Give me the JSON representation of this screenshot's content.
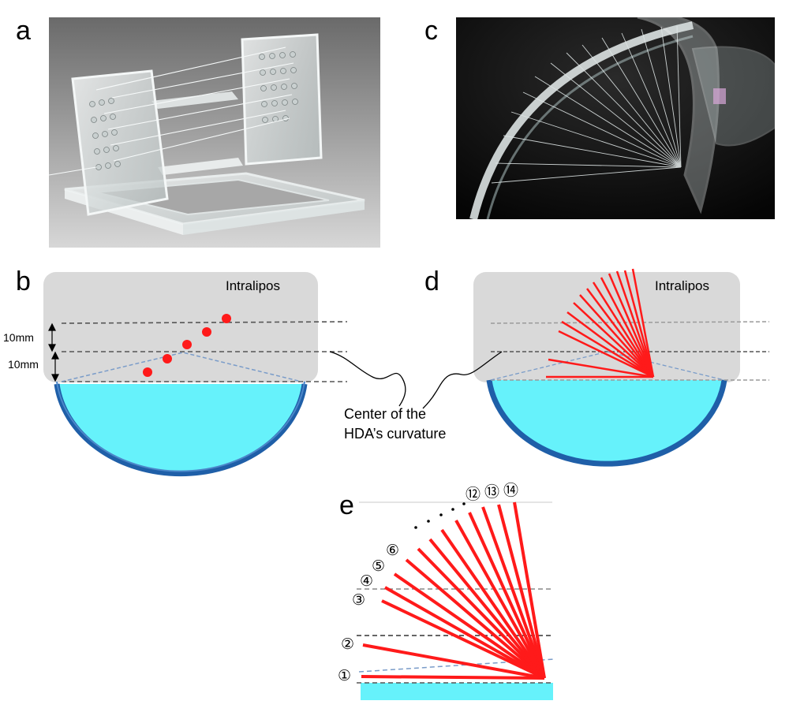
{
  "panels": {
    "a": "a",
    "b": "b",
    "c": "c",
    "d": "d",
    "e": "e"
  },
  "labels": {
    "intralipos_b": "Intralipos",
    "intralipos_d": "Intralipos",
    "dim_upper": "10mm",
    "dim_lower": "10mm",
    "center_line1": "Center of the",
    "center_line2": "HDA’s curvature"
  },
  "fibers": [
    "①",
    "②",
    "③",
    "④",
    "⑤",
    "⑥",
    "⑫",
    "⑬",
    "⑭"
  ],
  "colors": {
    "gel_gray": "#d9d9d9",
    "water_cyan": "#66f2fb",
    "hda_blue": "#1f5fa8",
    "fiber_red": "#ff1a1a",
    "dashed_blue": "#7a9cc9",
    "dashed_dark": "#555555"
  }
}
